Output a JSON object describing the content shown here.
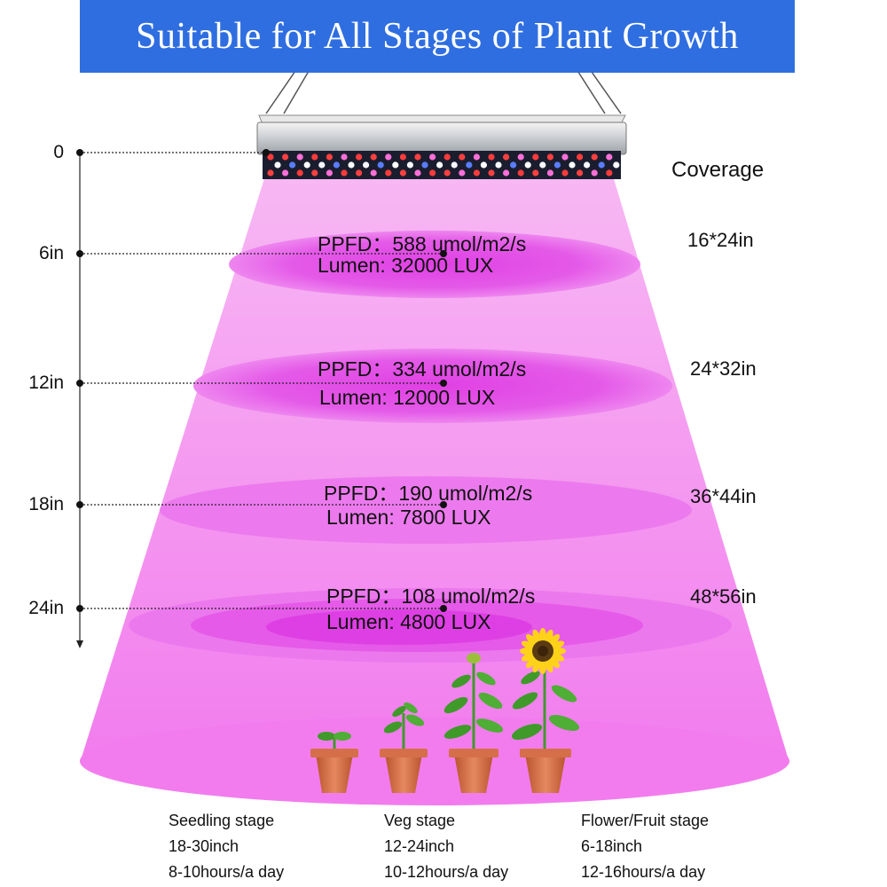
{
  "banner": {
    "title": "Suitable for All Stages of Plant Growth"
  },
  "coverage": {
    "header": "Coverage",
    "values": [
      "16*24in",
      "24*32in",
      "36*44in",
      "48*56in"
    ]
  },
  "heights": [
    "0",
    "6in",
    "12in",
    "18in",
    "24in"
  ],
  "levels": [
    {
      "ppfd": "PPFD：588 umol/m2/s",
      "lumen": "Lumen: 32000 LUX"
    },
    {
      "ppfd": "PPFD：334 umol/m2/s",
      "lumen": "Lumen: 12000 LUX"
    },
    {
      "ppfd": "PPFD：190 umol/m2/s",
      "lumen": "Lumen: 7800 LUX"
    },
    {
      "ppfd": "PPFD：108 umol/m2/s",
      "lumen": "Lumen: 4800 LUX"
    }
  ],
  "stages": [
    {
      "name": "Seedling stage",
      "range": "18-30inch",
      "hours": "8-10hours/a day"
    },
    {
      "name": "Veg stage",
      "range": "12-24inch",
      "hours": "10-12hours/a day"
    },
    {
      "name": "Flower/Fruit stage",
      "range": "6-18inch",
      "hours": "12-16hours/a day"
    }
  ],
  "colors": {
    "banner": "#2f6ee0",
    "light_cone": "#f49af0",
    "light_ring": "#e35ee6",
    "pot": "#d6704c",
    "leaf": "#3f9a2a",
    "petal": "#ffd21a"
  }
}
